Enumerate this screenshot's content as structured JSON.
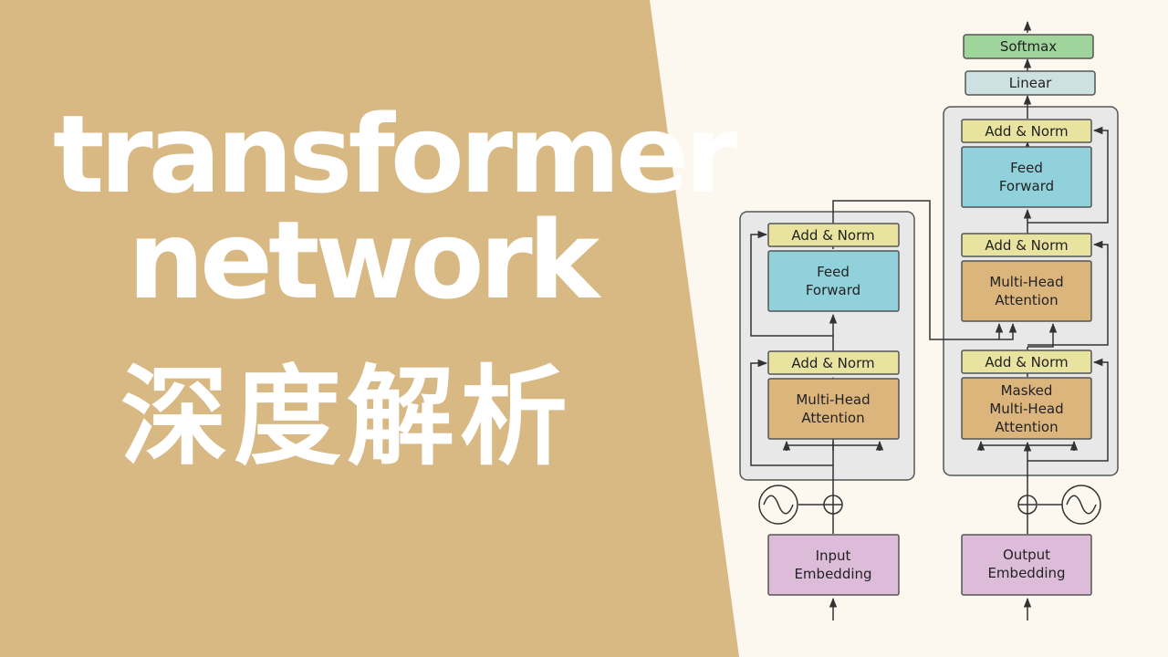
{
  "title": {
    "line1": "transformer",
    "line2": "network",
    "line3": "深度解析"
  },
  "colors": {
    "panel": "#d8b984",
    "background": "#fdf8ef",
    "add_norm": "#e8e39f",
    "feed_forward": "#90d1dc",
    "attention": "#dcb57d",
    "embedding": "#dcbcd8",
    "linear": "#cde0e2",
    "softmax": "#9fd59a",
    "stack_bg": "#e8e8e8"
  },
  "diagram": {
    "encoder": {
      "add_norm_top": "Add & Norm",
      "feed_forward": [
        "Feed",
        "Forward"
      ],
      "add_norm_bottom": "Add & Norm",
      "attention": [
        "Multi-Head",
        "Attention"
      ],
      "embedding": [
        "Input",
        "Embedding"
      ]
    },
    "decoder": {
      "softmax": "Softmax",
      "linear": "Linear",
      "add_norm_top": "Add & Norm",
      "feed_forward": [
        "Feed",
        "Forward"
      ],
      "add_norm_mid": "Add & Norm",
      "attention": [
        "Multi-Head",
        "Attention"
      ],
      "add_norm_bottom": "Add & Norm",
      "masked_attention": [
        "Masked",
        "Multi-Head",
        "Attention"
      ],
      "embedding": [
        "Output",
        "Embedding"
      ]
    }
  }
}
